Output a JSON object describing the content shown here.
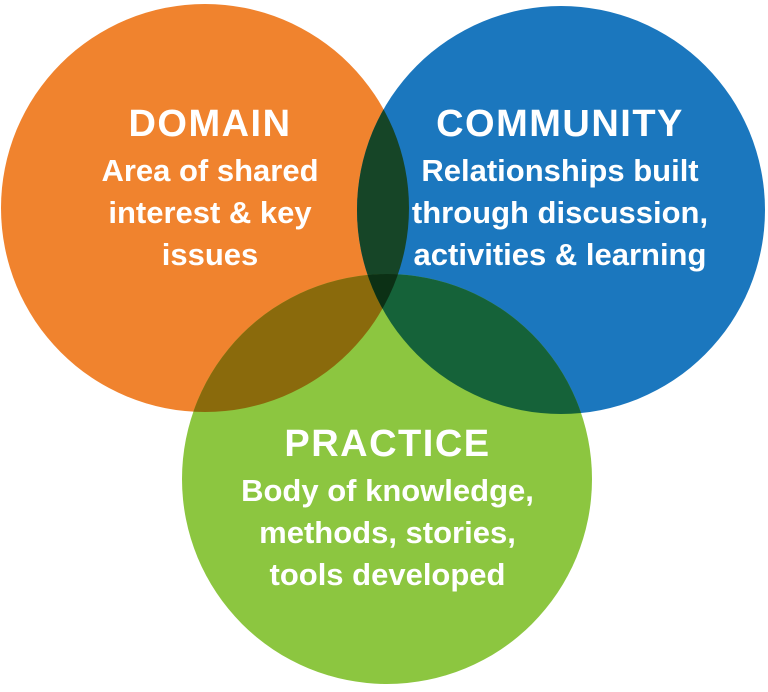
{
  "venn": {
    "circles": [
      {
        "name": "domain",
        "title": "DOMAIN",
        "lines": [
          "Area of shared",
          "interest & key",
          "issues"
        ],
        "color": "#F0832E"
      },
      {
        "name": "community",
        "title": "COMMUNITY",
        "lines": [
          "Relationships built",
          "through discussion,",
          "activities & learning"
        ],
        "color": "#1B77BE"
      },
      {
        "name": "practice",
        "title": "PRACTICE",
        "lines": [
          "Body of knowledge,",
          "methods, stories,",
          "tools developed"
        ],
        "color": "#8CC640"
      }
    ],
    "overlaps": {
      "domain_community": "#164527",
      "domain_practice": "#8A6A0C",
      "community_practice": "#156239",
      "center": "#0C3015"
    },
    "text_color": "#FFFFFF",
    "background": "#FFFFFF"
  }
}
